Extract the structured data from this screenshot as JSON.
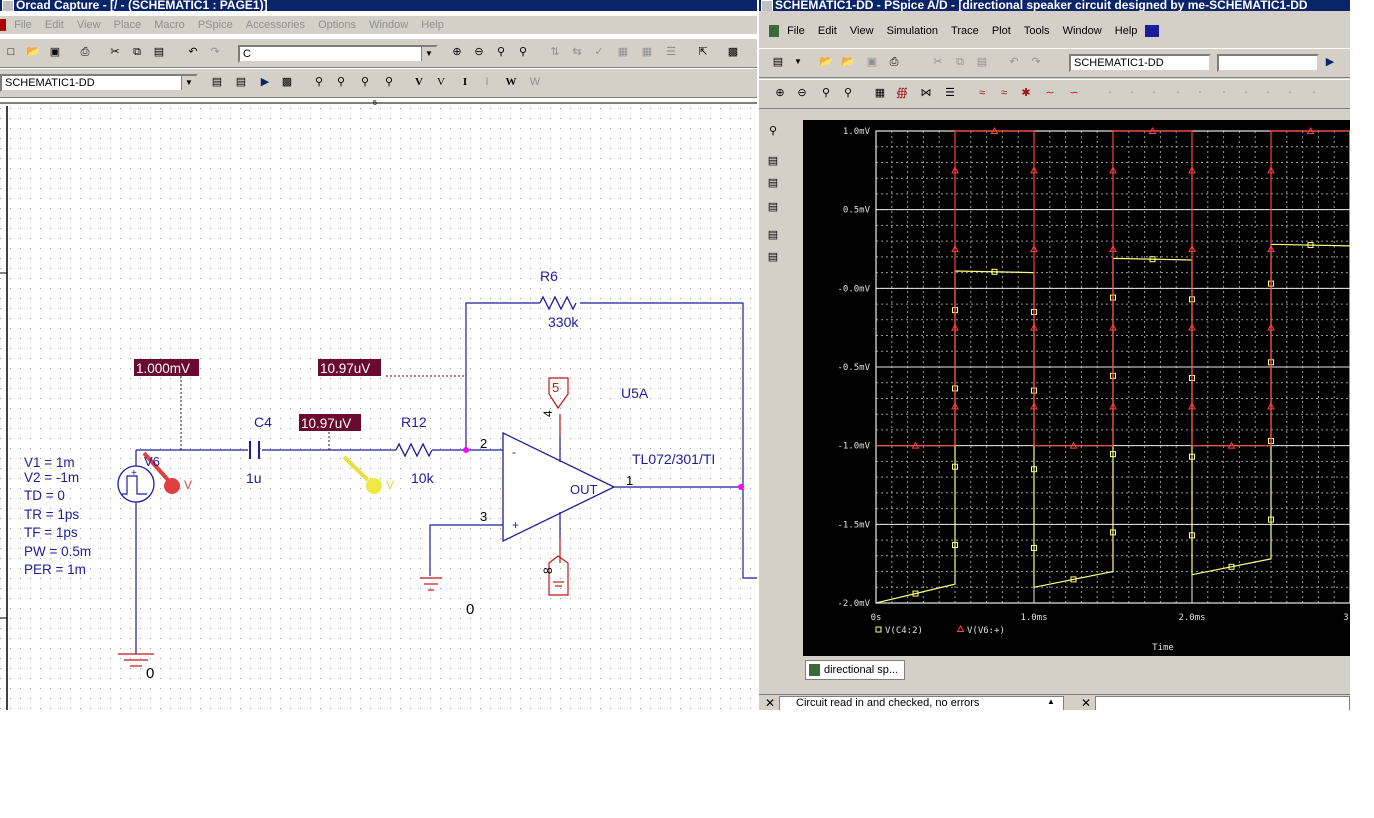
{
  "capture": {
    "title": "Orcad Capture - [/ - (SCHEMATIC1 : PAGE1)]",
    "menu": [
      "File",
      "Edit",
      "View",
      "Place",
      "Macro",
      "PSpice",
      "Accessories",
      "Options",
      "Window",
      "Help"
    ],
    "part_combo": "C",
    "schematic_combo": "SCHEMATIC1-DD",
    "ruler_mark": "5",
    "schematic": {
      "probe_v6": "1.000mV",
      "probe_c4_left": "10.97uV",
      "probe_c4_right": "10.97uV",
      "r6_name": "R6",
      "r6_value": "330k",
      "c4_name": "C4",
      "c4_value": "1u",
      "r12_name": "R12",
      "r12_value": "10k",
      "u5a_name": "U5A",
      "u5a_part": "TL072/301/TI",
      "v6_name": "V6",
      "v6_params": [
        "V1 = 1m",
        "V2 = -1m",
        "TD = 0",
        "TR = 1ps",
        "TF = 1ps",
        "PW = 0.5m",
        "PER = 1m"
      ],
      "pin_2": "2",
      "pin_3": "3",
      "pin_1": "1",
      "pin_4": "4",
      "pin_8": "8",
      "pin_5": "5",
      "out_label": "OUT",
      "minus_sign": "-",
      "plus_sign": "+",
      "ground_left": "0",
      "ground_mid": "0",
      "probe_marker_v": "V"
    }
  },
  "pspice": {
    "title": "SCHEMATIC1-DD - PSpice A/D - [directional speaker circuit designed by me-SCHEMATIC1-DD",
    "menu": [
      "File",
      "Edit",
      "View",
      "Simulation",
      "Trace",
      "Plot",
      "Tools",
      "Window",
      "Help"
    ],
    "profile_combo": "SCHEMATIC1-DD",
    "tab_label": "directional sp...",
    "status_text": "Circuit read in and checked, no errors"
  },
  "chart_data": {
    "type": "line",
    "xlabel": "Time",
    "ylabel": "",
    "xlim": [
      0,
      3.0
    ],
    "ylim": [
      -2.0,
      1.0
    ],
    "x_unit": "ms",
    "y_unit": "mV",
    "x_ticks": [
      "0s",
      "1.0ms",
      "2.0ms",
      "3"
    ],
    "y_ticks": [
      "1.0mV",
      "0.5mV",
      "-0.0mV",
      "-0.5mV",
      "-1.0mV",
      "-1.5mV",
      "-2.0mV"
    ],
    "y_tick_values": [
      1.0,
      0.5,
      0.0,
      -0.5,
      -1.0,
      -1.5,
      -2.0
    ],
    "x_tick_values": [
      0,
      1.0,
      2.0,
      3.0
    ],
    "grid": true,
    "legend_position": "bottom-left",
    "background": "#000000",
    "series": [
      {
        "name": "V(C4:2)",
        "marker": "square",
        "color": "#ffff80",
        "x": [
          0,
          0.5,
          0.5,
          1.0,
          1.0,
          1.5,
          1.5,
          2.0,
          2.0,
          2.5,
          2.5,
          3.0
        ],
        "y": [
          -2.0,
          -1.88,
          0.11,
          0.1,
          -1.9,
          -1.8,
          0.19,
          0.18,
          -1.82,
          -1.72,
          0.28,
          0.27
        ]
      },
      {
        "name": "V(V6:+)",
        "marker": "triangle",
        "color": "#ff4040",
        "x": [
          0,
          0.5,
          0.5,
          1.0,
          1.0,
          1.5,
          1.5,
          2.0,
          2.0,
          2.5,
          2.5,
          3.0
        ],
        "y": [
          -1.0,
          -1.0,
          1.0,
          1.0,
          -1.0,
          -1.0,
          1.0,
          1.0,
          -1.0,
          -1.0,
          1.0,
          1.0
        ]
      }
    ]
  }
}
